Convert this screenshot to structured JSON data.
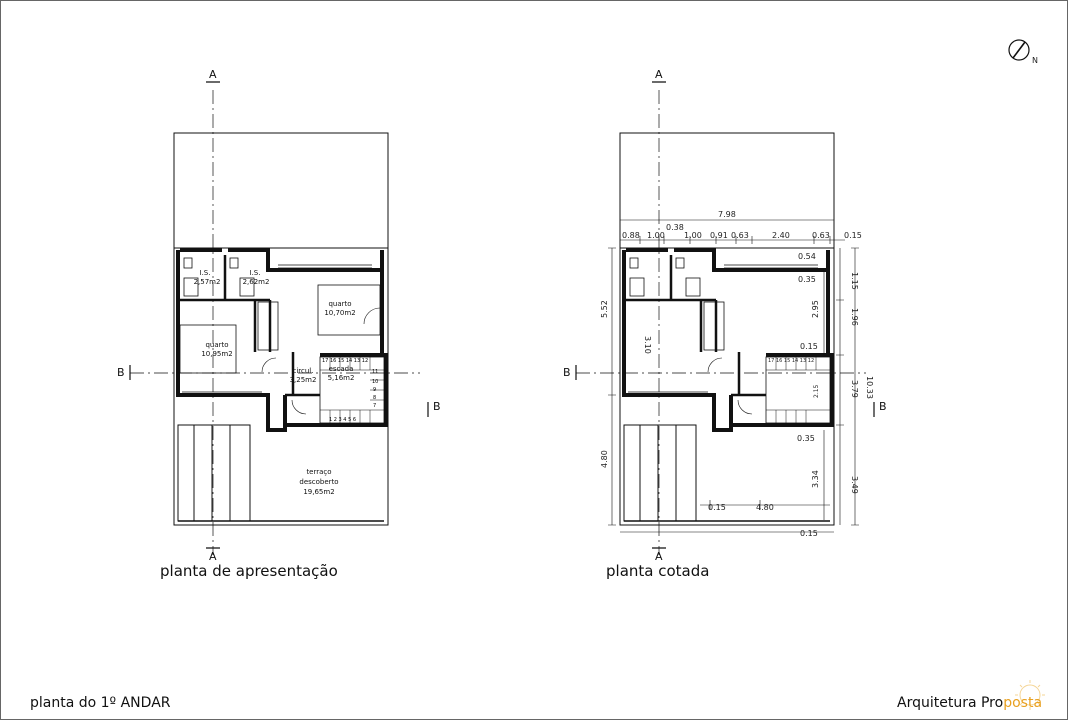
{
  "north_label": "N",
  "section_labels": {
    "a": "A",
    "b": "B"
  },
  "left_plan": {
    "title": "planta de apresentação",
    "rooms": [
      {
        "id": "is1",
        "name": "I.S.",
        "area": "2,57m2"
      },
      {
        "id": "is2",
        "name": "I.S.",
        "area": "2,62m2"
      },
      {
        "id": "quarto1",
        "name": "quarto",
        "area": "10,70m2"
      },
      {
        "id": "quarto2",
        "name": "quarto",
        "area": "10,95m2"
      },
      {
        "id": "circul",
        "name": "circul.",
        "area": "3,25m2"
      },
      {
        "id": "escada",
        "name": "escada",
        "area": "5,16m2"
      },
      {
        "id": "terraco",
        "name": "terraço",
        "name2": "descoberto",
        "area": "19,65m2"
      }
    ],
    "stair_numbers_top": "17 16 15 14 13 12",
    "stair_numbers_bottom": "1 2 3 4 5 6",
    "stair_numbers_side": [
      "11",
      "10",
      "9",
      "8",
      "7"
    ]
  },
  "right_plan": {
    "title": "planta cotada",
    "dims_top": {
      "overall": "7.98",
      "d038": "0.38",
      "row": [
        "0.88",
        "1.00",
        "1.00",
        "0.91",
        "0.63",
        "2.40",
        "0.63",
        "0.15"
      ]
    },
    "dims_inner": [
      "0.54",
      "0.35",
      "2.95",
      "0.15",
      "3.10",
      "0.35",
      "3.34",
      "0.15",
      "4.80",
      "2.15"
    ],
    "dims_right": [
      "1.15",
      "1.96",
      "3.79",
      "3.49",
      "10.33"
    ],
    "dims_left": [
      "5.52",
      "4.80"
    ],
    "dim_bottom": "0.15",
    "stair_numbers_top": "17 16 15 14 13 12"
  },
  "footer": {
    "left": "planta do 1º ANDAR",
    "right_main": "Arquitetura Pro",
    "right_accent": "posta"
  }
}
